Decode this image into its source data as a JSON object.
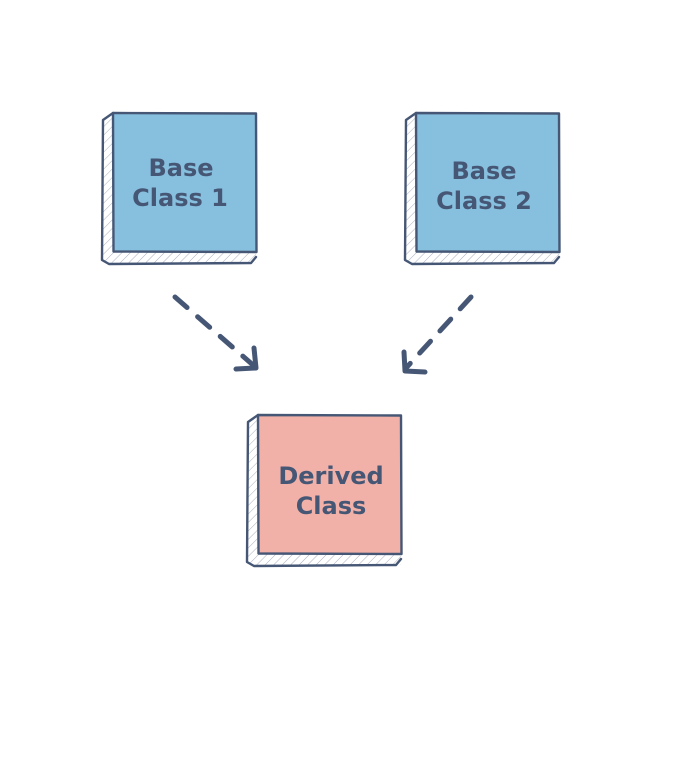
{
  "diagram": {
    "title": "Multiple Inheritance",
    "nodes": [
      {
        "id": "base1",
        "label_line1": "Base",
        "label_line2": "Class 1",
        "fill": "#87bfde"
      },
      {
        "id": "base2",
        "label_line1": "Base",
        "label_line2": "Class 2",
        "fill": "#87bfde"
      },
      {
        "id": "derived",
        "label_line1": "Derived",
        "label_line2": "Class",
        "fill": "#f2b1a8"
      }
    ],
    "edges": [
      {
        "from": "base1",
        "to": "derived",
        "style": "dashed"
      },
      {
        "from": "base2",
        "to": "derived",
        "style": "dashed"
      }
    ],
    "colors": {
      "stroke": "#465775",
      "text": "#465775",
      "base_fill": "#87bfde",
      "derived_fill": "#f2b1a8",
      "background": "#ffffff"
    }
  }
}
